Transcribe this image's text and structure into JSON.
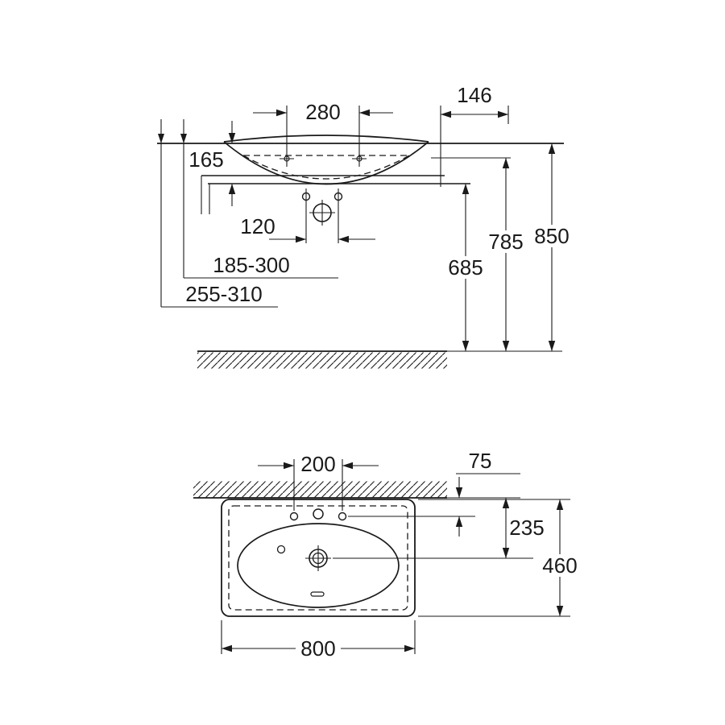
{
  "diagram": {
    "type": "technical-dimension-drawing",
    "subject": "wall-hung washbasin, front elevation and plan view",
    "colors": {
      "line": "#1a1a1a",
      "background": "#ffffff"
    },
    "side_view": {
      "dim_280": "280",
      "dim_146": "146",
      "dim_165": "165",
      "dim_120": "120",
      "dim_range_upper": "185-300",
      "dim_range_lower": "255-310",
      "dim_685": "685",
      "dim_785": "785",
      "dim_850": "850"
    },
    "plan_view": {
      "dim_200": "200",
      "dim_75": "75",
      "dim_235": "235",
      "dim_460": "460",
      "dim_800": "800"
    }
  }
}
